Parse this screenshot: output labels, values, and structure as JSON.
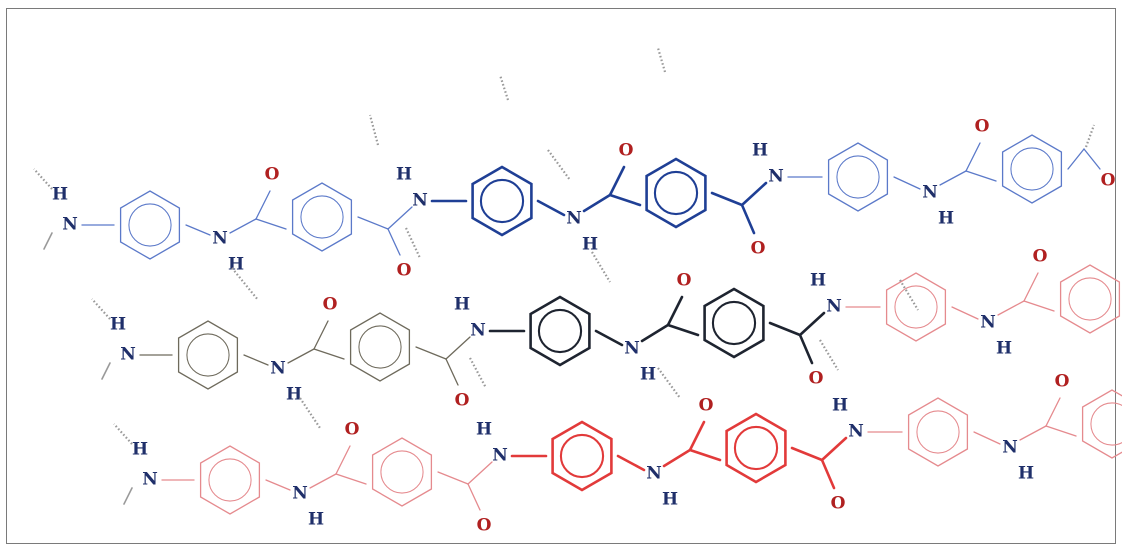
{
  "labels": {
    "nitrogen": "N",
    "hydrogen": "H",
    "oxygen": "O"
  },
  "colors": {
    "blue_light": "#5b79c9",
    "blue_dark": "#1f3f95",
    "grey": "#8a7f7a",
    "black": "#1e2430",
    "olive": "#6e6a5c",
    "pink": "#e58a8e",
    "red": "#e23a3a",
    "hbond": "#9a9a9a",
    "text_n": "#1f2f6a",
    "text_o": "#b02020",
    "text_h": "#1f2f6a"
  },
  "chains": [
    {
      "name": "top-blue-chain",
      "colors": [
        "blue_light",
        "blue_dark",
        "blue_light"
      ]
    },
    {
      "name": "upper-grey-chain",
      "colors": [
        "blue_light",
        "black",
        "grey"
      ]
    },
    {
      "name": "middle-chain",
      "colors": [
        "olive",
        "black",
        "pink"
      ]
    },
    {
      "name": "bottom-pink-chain",
      "colors": [
        "pink",
        "red",
        "pink"
      ]
    }
  ]
}
